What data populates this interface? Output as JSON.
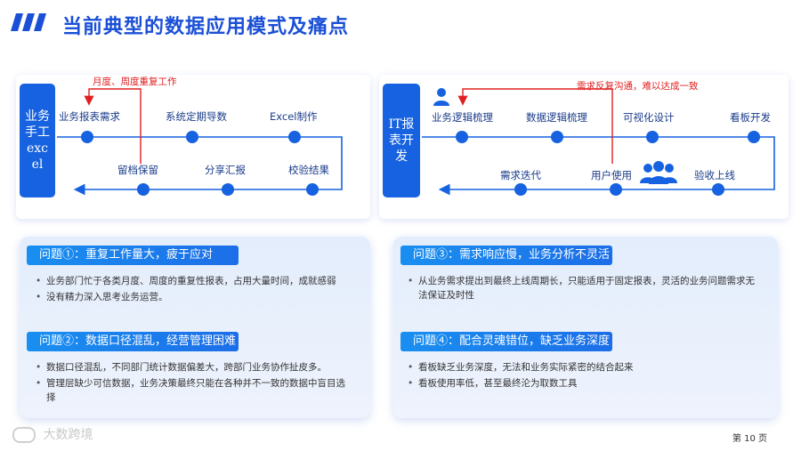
{
  "header": {
    "title": "当前典型的数据应用模式及痛点"
  },
  "left_flow": {
    "side_label": "业务\n手工\nexc\nel",
    "note": "月度、周度重复工作",
    "top_steps": [
      "业务报表需求",
      "系统定期导数",
      "Excel制作"
    ],
    "bottom_steps": [
      "留档保留",
      "分享汇报",
      "校验结果"
    ]
  },
  "right_flow": {
    "side_label": "IT报\n表开\n发",
    "note": "需求反复沟通，难以达成一致",
    "top_steps": [
      "业务逻辑梳理",
      "数据逻辑梳理",
      "可视化设计",
      "看板开发"
    ],
    "bottom_steps": [
      "需求迭代",
      "用户使用",
      "验收上线"
    ]
  },
  "problems": {
    "p1": {
      "title": "问题①：重复工作量大，疲于应对",
      "bullets": [
        "业务部门忙于各类月度、周度的重复性报表，占用大量时间，成就感弱",
        "没有精力深入思考业务运营。"
      ]
    },
    "p2": {
      "title": "问题②：数据口径混乱，经营管理困难",
      "bullets": [
        "数据口径混乱，不同部门统计数据偏差大，跨部门业务协作扯皮多。",
        "管理层缺少可信数据，业务决策最终只能在各种并不一致的数据中盲目选择"
      ]
    },
    "p3": {
      "title": "问题③：需求响应慢，业务分析不灵活",
      "bullets": [
        "从业务需求提出到最终上线周期长，只能适用于固定报表，灵活的业务问题需求无法保证及时性"
      ]
    },
    "p4": {
      "title": "问题④：配合灵魂错位，缺乏业务深度",
      "bullets": [
        "看板缺乏业务深度，无法和业务实际紧密的结合起来",
        "看板使用率低，甚至最终沦为取数工具"
      ]
    }
  },
  "footer": {
    "brand": "大数跨境",
    "page": "第 10 页"
  }
}
